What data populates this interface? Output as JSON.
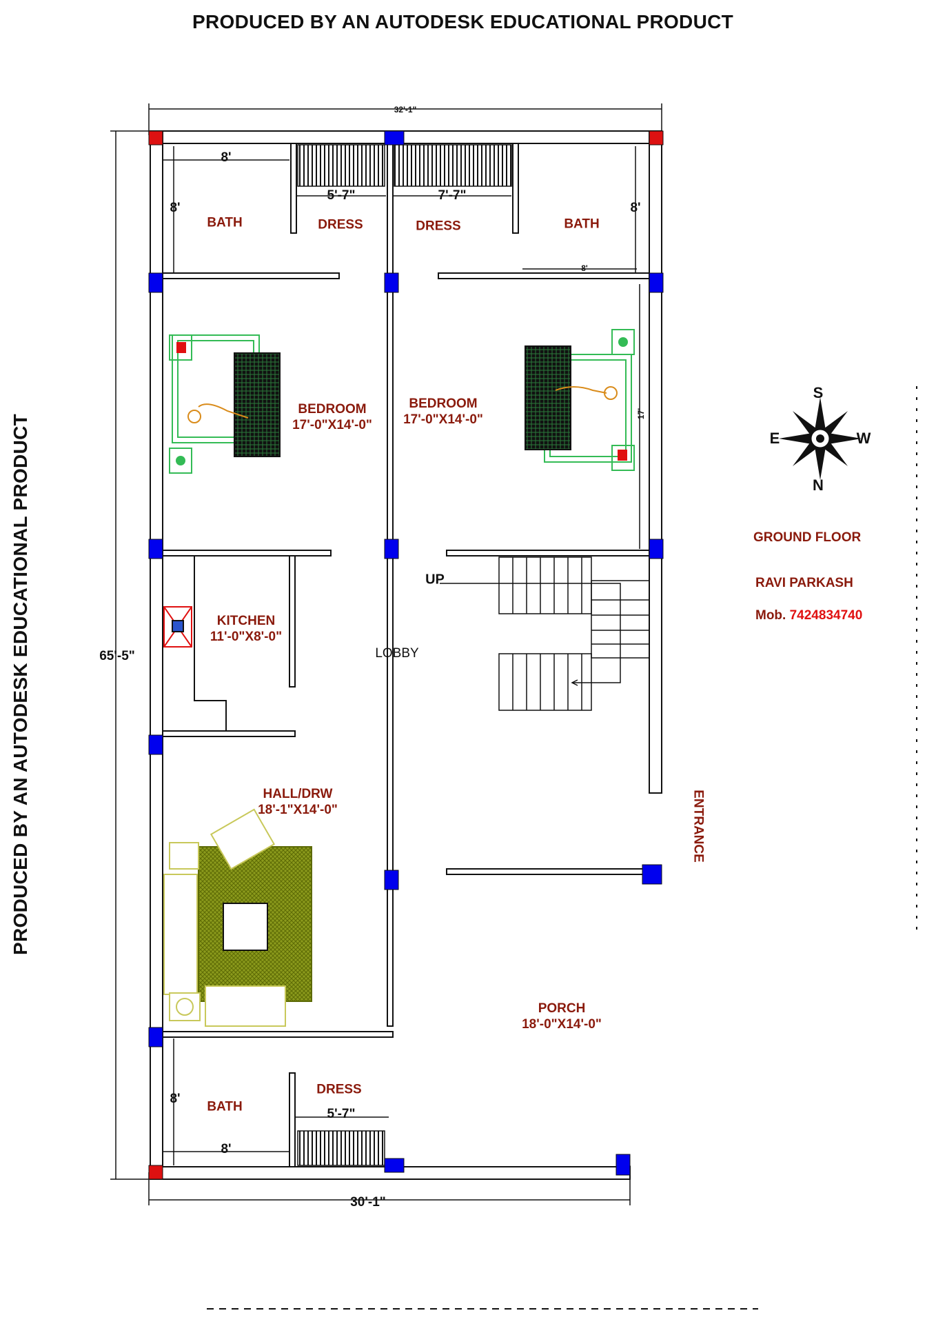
{
  "watermark": {
    "text": "PRODUCED BY AN AUTODESK EDUCATIONAL PRODUCT"
  },
  "dimensions": {
    "top_width": "32'-1\"",
    "bottom_width": "30'-1\"",
    "total_height": "65'-5\"",
    "bath_tl_w": "8'",
    "bath_tl_h": "8'",
    "dress_tl_w": "5'-7\"",
    "dress_tr_w": "7'-7\"",
    "bath_tr_h": "8'",
    "bath_tr_w": "8'",
    "bedroom_r_h": "17'",
    "bath_bl_h": "8'",
    "bath_bl_w": "8'",
    "dress_bl_w": "5'-7\""
  },
  "rooms": {
    "bath_tl": "BATH",
    "dress_tl": "DRESS",
    "dress_tr": "DRESS",
    "bath_tr": "BATH",
    "bedroom_l_name": "BEDROOM",
    "bedroom_l_size": "17'-0\"X14'-0\"",
    "bedroom_r_name": "BEDROOM",
    "bedroom_r_size": "17'-0\"X14'-0\"",
    "kitchen_name": "KITCHEN",
    "kitchen_size": "11'-0\"X8'-0\"",
    "lobby": "LOBBY",
    "stair_up": "UP",
    "hall_name": "HALL/DRW",
    "hall_size": "18'-1\"X14'-0\"",
    "porch_name": "PORCH",
    "porch_size": "18'-0\"X14'-0\"",
    "dress_bl": "DRESS",
    "bath_bl": "BATH",
    "entrance": "ENTRANCE"
  },
  "compass": {
    "s": "S",
    "e": "E",
    "w": "W",
    "n": "N"
  },
  "info": {
    "floor": "GROUND FLOOR",
    "owner": "RAVI PARKASH",
    "mob_label": "Mob.",
    "mob_number": "7424834740"
  },
  "colors": {
    "wall": "#111111",
    "column": "#0000ee",
    "corner_column": "#dd1111",
    "room_label": "#8a1a0c",
    "bed": "#33bb55",
    "person": "#d98b1a",
    "sofa": "#c8c85a",
    "rug": "#7f8f10",
    "phone": "#e01010"
  }
}
